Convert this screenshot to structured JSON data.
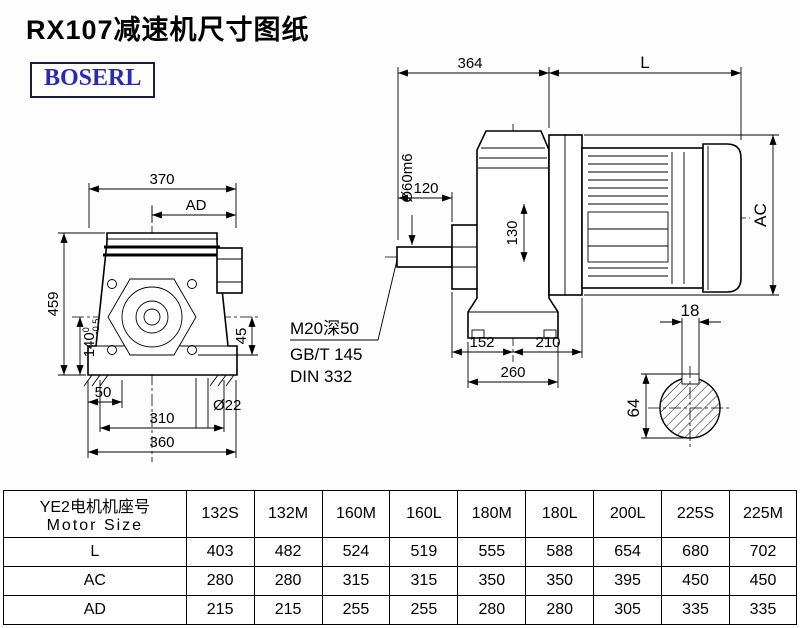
{
  "title": "RX107减速机尺寸图纸",
  "logo": "BOSERL",
  "front_view": {
    "dim_370": "370",
    "dim_ad": "AD",
    "dim_459": "459",
    "dim_140": "140",
    "dim_140_tol_upper": "0",
    "dim_140_tol_lower": "-0.5",
    "dim_45": "45",
    "dim_50": "50",
    "dim_310": "310",
    "dim_360": "360",
    "dim_o22": "Ø22"
  },
  "side_view": {
    "dim_364": "364",
    "dim_L": "L",
    "dim_shaft": "Ø60m6",
    "dim_120": "120",
    "dim_130": "130",
    "dim_ac": "AC",
    "dim_152": "152",
    "dim_210": "210",
    "dim_260": "260",
    "note_line1": "M20深50",
    "note_line2": "GB/T 145",
    "note_line3": "DIN 332"
  },
  "shaft_view": {
    "dim_18": "18",
    "dim_64": "64"
  },
  "table": {
    "header_cn": "YE2电机机座号",
    "header_en": "Motor Size",
    "columns": [
      "132S",
      "132M",
      "160M",
      "160L",
      "180M",
      "180L",
      "200L",
      "225S",
      "225M"
    ],
    "rows": [
      {
        "label": "L",
        "values": [
          "403",
          "482",
          "524",
          "519",
          "555",
          "588",
          "654",
          "680",
          "702"
        ]
      },
      {
        "label": "AC",
        "values": [
          "280",
          "280",
          "315",
          "315",
          "350",
          "350",
          "395",
          "450",
          "450"
        ]
      },
      {
        "label": "AD",
        "values": [
          "215",
          "215",
          "255",
          "255",
          "280",
          "280",
          "305",
          "335",
          "335"
        ]
      }
    ]
  }
}
